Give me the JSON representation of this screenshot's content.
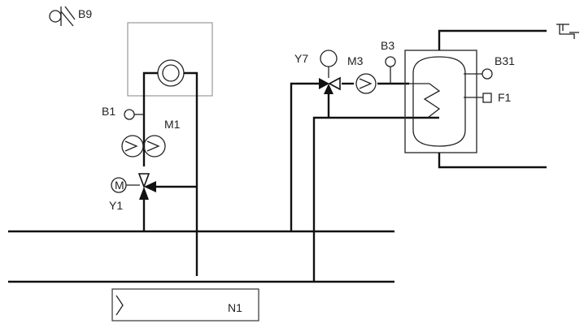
{
  "labels": {
    "b9": "B9",
    "b1": "B1",
    "m1": "M1",
    "y1": "Y1",
    "m_motor": "M",
    "y7": "Y7",
    "m3": "M3",
    "b3": "B3",
    "b31": "B31",
    "f1": "F1",
    "n1": "N1"
  },
  "colors": {
    "line": "#111111",
    "frame": "#9a9a9a"
  },
  "icons": [
    "outdoor-sensor-icon",
    "boiler-icon",
    "sensor-icon",
    "twin-pump-icon",
    "three-way-valve-icon",
    "motor-icon",
    "pump-icon",
    "tank-icon",
    "heat-exchanger-coil-icon",
    "tap-icon",
    "thermostat-icon",
    "controller-icon"
  ]
}
